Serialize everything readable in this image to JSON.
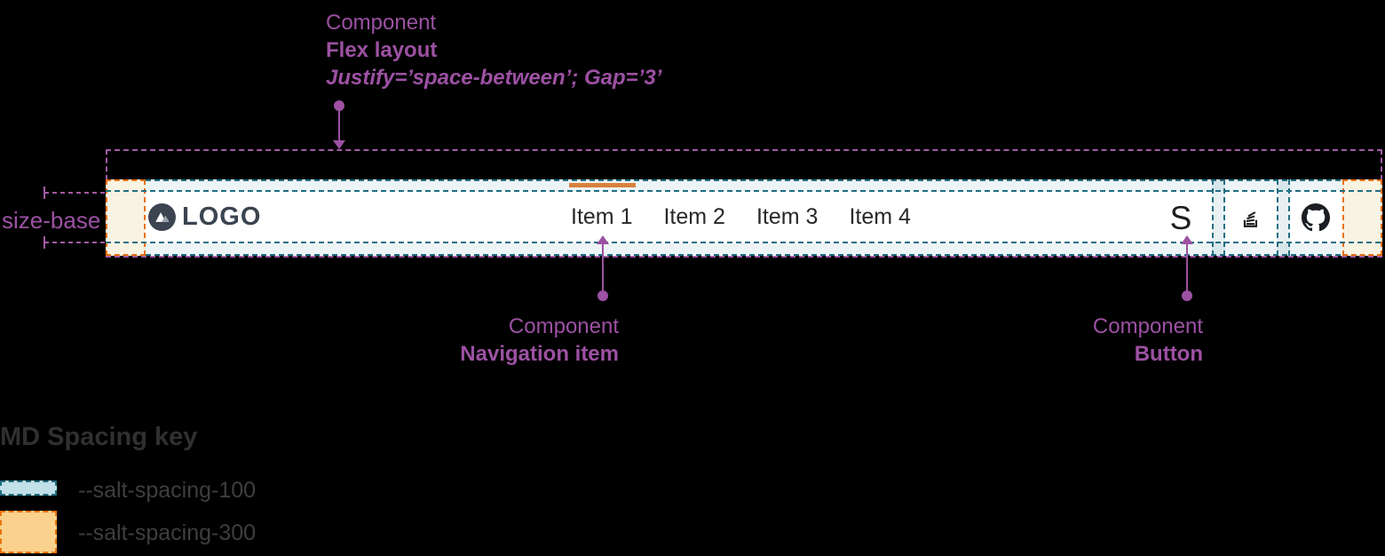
{
  "colors": {
    "annotation_purple": "#9c51a2",
    "teal_dash": "#1f6e82",
    "teal_strip_fill": "#edf4f6",
    "orange_dash": "#e9720d",
    "orange_bar_fill": "#f8f3e2",
    "key_teal_fill": "#c1e0e8",
    "key_orange_fill": "#fbd28d",
    "active_indicator": "#d9813a",
    "nav_text": "#27282a",
    "logo_slate": "#3b4450"
  },
  "annotations": {
    "flex_layout": {
      "eyebrow": "Component",
      "title": "Flex layout",
      "detail": "Justify=’space-between’; Gap=’3’"
    },
    "navigation_item": {
      "eyebrow": "Component",
      "title": "Navigation item"
    },
    "button": {
      "eyebrow": "Component",
      "title": "Button"
    },
    "size_base_label": "size-base"
  },
  "navbar": {
    "logo_text": "LOGO",
    "items": [
      {
        "label": "Item 1",
        "active": true
      },
      {
        "label": "Item 2",
        "active": false
      },
      {
        "label": "Item 3",
        "active": false
      },
      {
        "label": "Item 4",
        "active": false
      }
    ],
    "action_buttons": [
      {
        "icon": "salt-s-icon",
        "glyph": "S"
      },
      {
        "icon": "stackoverflow-icon"
      },
      {
        "icon": "github-icon"
      }
    ]
  },
  "spacing_key": {
    "title": "MD Spacing key",
    "entries": [
      {
        "token": "--salt-spacing-100"
      },
      {
        "token": "--salt-spacing-300"
      }
    ]
  }
}
